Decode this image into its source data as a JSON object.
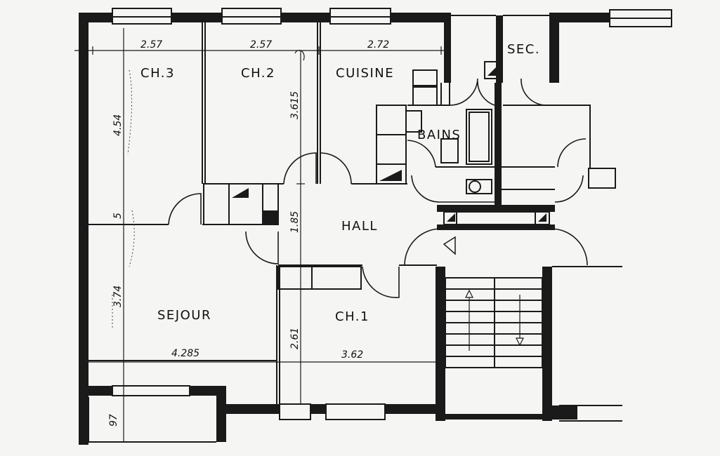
{
  "rooms": {
    "ch3": "CH.3",
    "ch2": "CH.2",
    "cuisine": "CUISINE",
    "sec": "SEC.",
    "bains": "BAINS",
    "hall": "HALL",
    "sejour": "SEJOUR",
    "ch1": "CH.1"
  },
  "dimensions": {
    "ch3_width": "2.57",
    "ch2_width": "2.57",
    "cuisine_width": "2.72",
    "ch3_depth": "4.54",
    "ch2_depth": "3.615",
    "hall_depth": "1.85",
    "wall_5": "5",
    "sejour_depth": "3.74",
    "sejour_width": "4.285",
    "ch1_depth": "2.61",
    "ch1_width": "3.62",
    "balcony_depth": "97"
  }
}
